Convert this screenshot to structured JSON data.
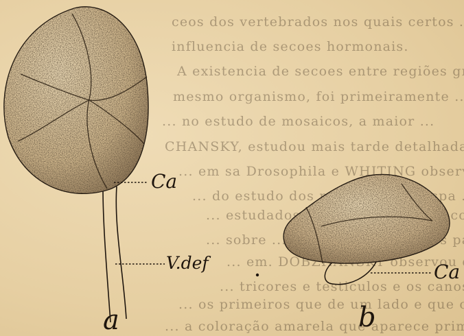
{
  "background_text": [
    "ceos dos vertebrados nos quais certos ... mais",
    "influencia de secoes hormonais.",
    "A existencia de secoes entre regiões grupadas nesta...",
    "mesmo organismo, foi primeiramente ...",
    "... no estudo de mosaicos, a maior ...",
    "CHANSKY, estudou mais tarde detalhadamente ...",
    "... em sa Drosophila e WHITING observa ...",
    "... do estudo dos mosaicos na vespa ...",
    "... estudados por DOBZHANSKY, combinando",
    "... sobre ... vollows e twinh ... os partes",
    "... em.  DOBZHANSKY observou que",
    "... tricores e testiculos e os canos deferentes",
    "... os primeiros que de um lado e que outro lado ...",
    "... a coloração amarela que aparece primeiro nos ..."
  ],
  "figure": {
    "labels": {
      "ca_a": "Ca",
      "vdef": "V.def",
      "ca_b": "Ca",
      "sub_a": "a",
      "sub_b": "b"
    }
  }
}
